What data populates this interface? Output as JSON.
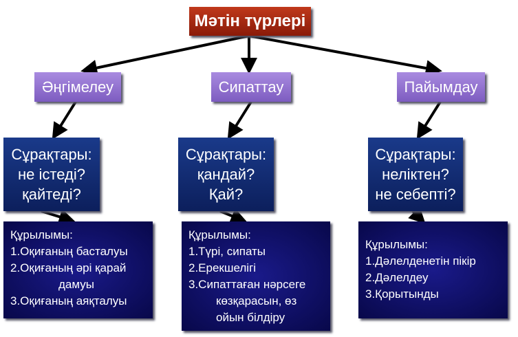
{
  "root": "Мәтін түрлері",
  "types": [
    {
      "name": "Әңгімелеу",
      "questions": [
        "Сұрақтары:",
        "не істеді?",
        "қайтеді?"
      ],
      "structure": [
        "Құрылымы:",
        "1.Оқиғаның басталуы",
        "2.Оқиғаның әрі қарай",
        "дамуы",
        "3.Оқиғаның аяқталуы"
      ]
    },
    {
      "name": "Сипаттау",
      "questions": [
        "Сұрақтары:",
        "қандай?",
        "Қай?"
      ],
      "structure": [
        "Құрылымы:",
        "1.Түрі, сипаты",
        "2.Ерекшелігі",
        "3.Сипаттаған нәрсеге",
        "көзқарасын, өз",
        "ойын білдіру"
      ]
    },
    {
      "name": "Пайымдау",
      "questions": [
        "Сұрақтары:",
        "неліктен?",
        "не себепті?"
      ],
      "structure": [
        "Құрылымы:",
        "1.Дәлелденетін пікір",
        "2.Дәлелдеу",
        "3.Қорытынды"
      ]
    }
  ]
}
